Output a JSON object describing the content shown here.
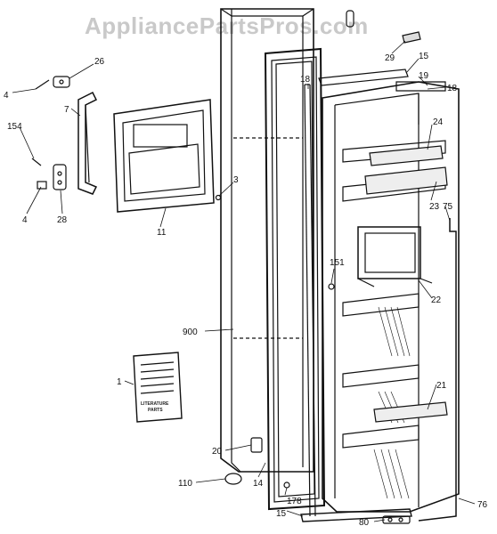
{
  "watermark": "AppliancePartsPros.com",
  "diagram": {
    "card": {
      "title_line1": "LITERATURE",
      "title_line2": "PARTS"
    },
    "labels": {
      "l4a": "4",
      "l26": "26",
      "l7": "7",
      "l154": "154",
      "l4b": "4",
      "l28": "28",
      "l3": "3",
      "l11": "11",
      "l29": "29",
      "l15a": "15",
      "l19": "19",
      "l18a": "18",
      "l18b": "18",
      "l24": "24",
      "l23": "23",
      "l75": "75",
      "l151": "151",
      "l22": "22",
      "l900": "900",
      "l1": "1",
      "l21": "21",
      "l20": "20",
      "l110": "110",
      "l14": "14",
      "l178": "178",
      "l15b": "15",
      "l80": "80",
      "l76": "76"
    }
  }
}
